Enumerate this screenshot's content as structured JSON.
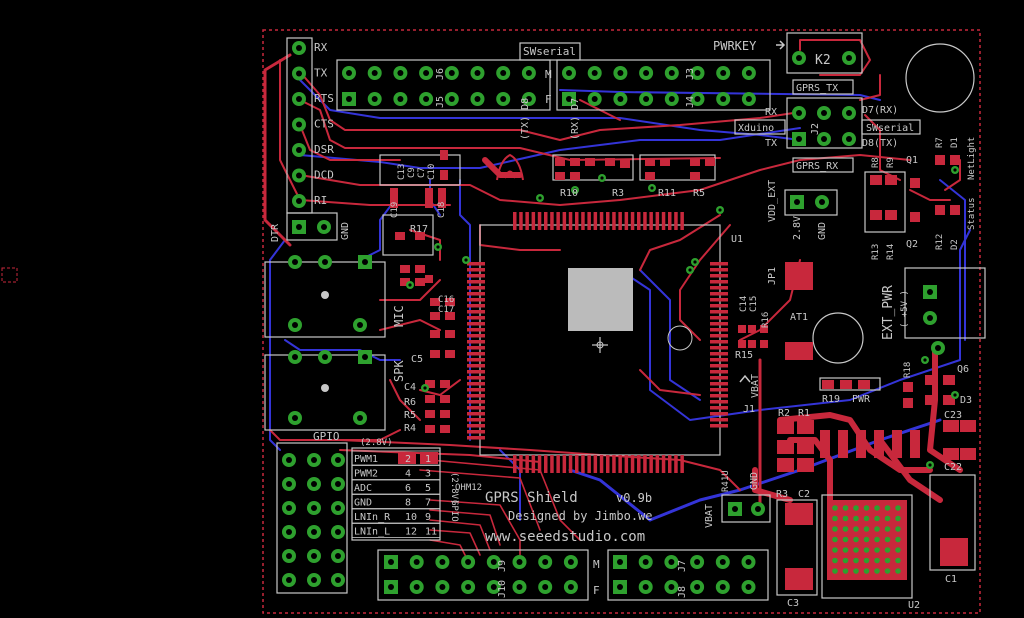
{
  "board": {
    "title": "GPRS Shield",
    "version": "v0.9b",
    "designer": "Designed by Jimbo.we",
    "website": "www.seeedstudio.com"
  },
  "colors": {
    "background": "#000000",
    "top_copper": "#c8283c",
    "bottom_copper": "#3434d8",
    "silkscreen": "#c8c8c8",
    "via": "#2ea02e",
    "outline": "#c8283c"
  },
  "labels": {
    "serial_pins": [
      "RX",
      "TX",
      "RTS",
      "CTS",
      "DSR",
      "DCD",
      "RI"
    ],
    "dtr": "DTR",
    "gnd_left": "GND",
    "swserial_top": "SWserial",
    "pwrkey": "PWRKEY",
    "k2": "K2",
    "header_m": "M",
    "header_f": "F",
    "j6": "J6",
    "j5": "J5",
    "j3": "J3",
    "j4": "J4",
    "d8_tx": "(TX) D8",
    "d7_rx": "(RX) D7",
    "gprs_tx": "GPRS_TX",
    "gprs_rx": "GPRS_RX",
    "d7rx": "D7(RX)",
    "d8tx": "D8(TX)",
    "xduino": "Xduino",
    "swserial_right": "SWserial",
    "rx_r": "RX",
    "tx_r": "TX",
    "j2": "J2",
    "r10": "R10",
    "r3": "R3",
    "r11": "R11",
    "r5": "R5",
    "c13": "C13",
    "c9": "C9",
    "c7": "C7",
    "c10": "C10",
    "c19": "C19",
    "c18": "C18",
    "r17": "R17",
    "u1": "U1",
    "vdd_ext": "VDD_EXT",
    "v28": "2.8V",
    "gnd_mid": "GND",
    "mic": "MIC",
    "spk": "SPK",
    "c16": "C16",
    "c17": "C17",
    "c5": "C5",
    "c4": "C4",
    "r6": "R6",
    "r5b": "R5",
    "r4": "R4",
    "jp1": "JP1",
    "c14": "C14",
    "c15": "C15",
    "r16": "R16",
    "r15": "R15",
    "at1": "AT1",
    "vbat": "VBAT",
    "r19": "R19",
    "pwr": "PWR",
    "r18": "R18",
    "q6": "Q6",
    "d3": "D3",
    "c23": "C23",
    "c22": "C22",
    "ext_pwr": "EXT_PWR",
    "plus5v": "( +5V )",
    "r8": "R8",
    "r9": "R9",
    "q1": "Q1",
    "r7": "R7",
    "d1": "D1",
    "netlight": "NetLight",
    "r13": "R13",
    "r14": "R14",
    "q2": "Q2",
    "r12": "R12",
    "d2": "D2",
    "status": "Status",
    "gpio": "GPIO",
    "v28b": "(2.8V)",
    "gpio_names": [
      "PWM1",
      "PWM2",
      "ADC",
      "GND",
      "LNIn_R",
      "LNIn_L"
    ],
    "gpio_num_a": [
      "2",
      "4",
      "6",
      "8",
      "10",
      "12"
    ],
    "gpio_num_b": [
      "1",
      "3",
      "5",
      "7",
      "9",
      "11"
    ],
    "ba5v": "(2.8V)",
    "ohm12": "OHM12",
    "gpio_v": "GPIO",
    "j1": "J1",
    "vbat_b": "VBAT",
    "gnd_b": "GND",
    "r41u": "R41U",
    "r2": "R2",
    "r1": "R1",
    "r3b": "R3",
    "c2": "C2",
    "c3": "C3",
    "u2": "U2",
    "c1": "C1",
    "j10": "J10",
    "j9": "J9",
    "j8": "J8",
    "j7": "J7",
    "m_b": "M",
    "f_b": "F"
  }
}
